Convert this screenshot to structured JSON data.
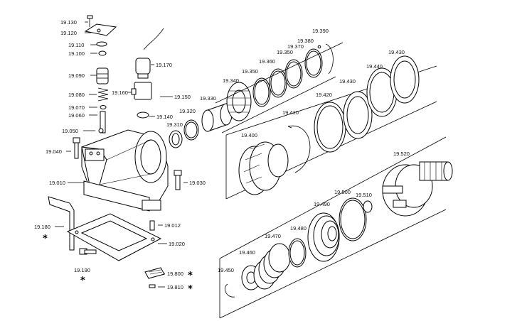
{
  "labels": {
    "p19130": "19.130",
    "p19120": "19.120",
    "p19110": "19.110",
    "p19100": "19.100",
    "p19090": "19.090",
    "p19080a": "19.080",
    "p19070": "19.070",
    "p19060": "19.060",
    "p19050": "19.050",
    "p19040": "19.040",
    "p19010": "19.010",
    "p19180": "19.180",
    "p19190": "19.190",
    "p19170": "19.170",
    "p19160": "19.160",
    "p19150": "19.150",
    "p19140": "19.140",
    "p19030": "19.030",
    "p19012": "19.012",
    "p19020": "19.020",
    "p19800": "19.800",
    "p19810": "19.810",
    "p19320": "19.320",
    "p19310": "19.310",
    "p19330": "19.330",
    "p19340": "19.340",
    "p19350a": "19.350",
    "p19360": "19.360",
    "p19350b": "19.350",
    "p19370": "19.370",
    "p19380": "19.380",
    "p19390": "19.390",
    "p19400": "19.400",
    "p19410": "19.410",
    "p19420": "19.420",
    "p19430a": "19.430",
    "p19440": "19.440",
    "p19430b": "19.430",
    "p19520": "19.520",
    "p19510": "19.510",
    "p19500": "19.500",
    "p19490": "19.490",
    "p19480": "19.480",
    "p19470": "19.470",
    "p19460": "19.460",
    "p19450": "19.450"
  },
  "stars": {
    "s19180": "*",
    "s19190": "*",
    "s19800": "*",
    "s19810": "*"
  }
}
